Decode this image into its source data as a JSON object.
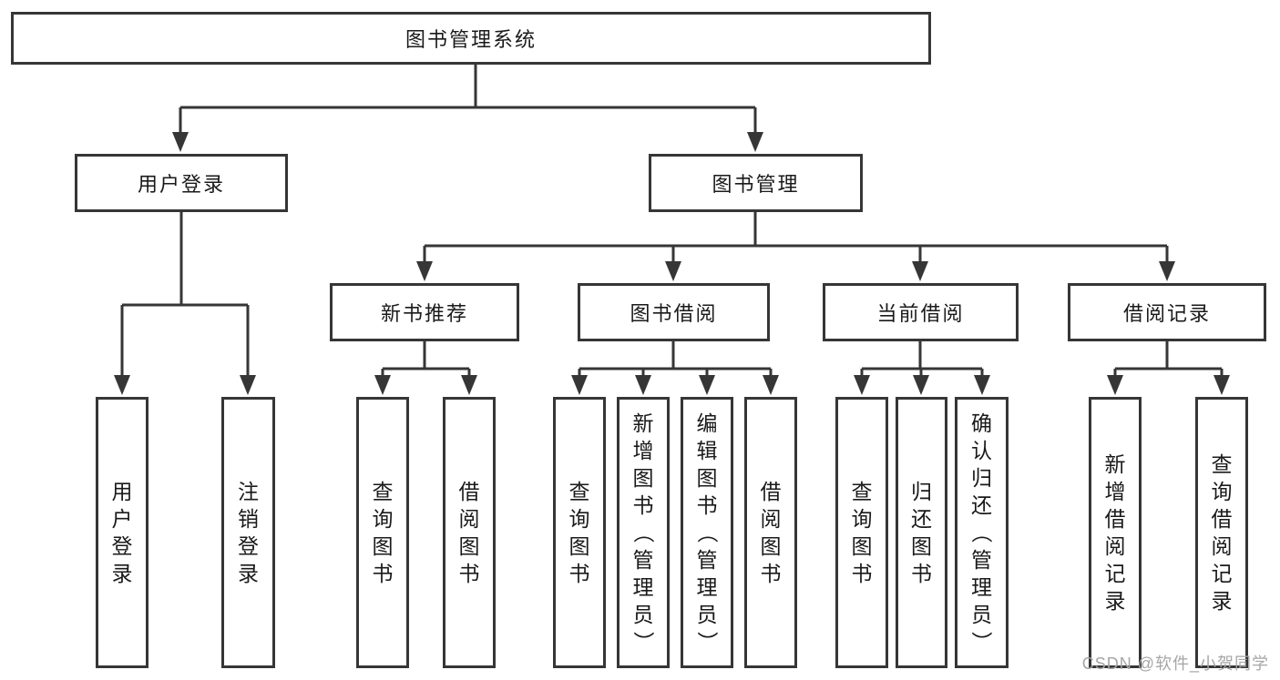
{
  "colors": {
    "line": "#363636",
    "text": "#1a1a1a",
    "watermark": "#a6a6a6",
    "background": "#ffffff"
  },
  "root": {
    "label": "图书管理系统"
  },
  "branches": [
    {
      "label": "用户登录",
      "leaves": [
        {
          "label": "用户登录"
        },
        {
          "label": "注销登录"
        }
      ]
    },
    {
      "label": "图书管理",
      "groups": [
        {
          "label": "新书推荐",
          "leaves": [
            {
              "label": "查询图书"
            },
            {
              "label": "借阅图书"
            }
          ]
        },
        {
          "label": "图书借阅",
          "leaves": [
            {
              "label": "查询图书"
            },
            {
              "label": "新增图书（管理员）"
            },
            {
              "label": "编辑图书（管理员）"
            },
            {
              "label": "借阅图书"
            }
          ]
        },
        {
          "label": "当前借阅",
          "leaves": [
            {
              "label": "查询图书"
            },
            {
              "label": "归还图书"
            },
            {
              "label": "确认归还（管理员）"
            }
          ]
        },
        {
          "label": "借阅记录",
          "leaves": [
            {
              "label": "新增借阅记录"
            },
            {
              "label": "查询借阅记录"
            }
          ]
        }
      ]
    }
  ],
  "watermark": {
    "text": "CSDN @软件_小贺同学"
  }
}
